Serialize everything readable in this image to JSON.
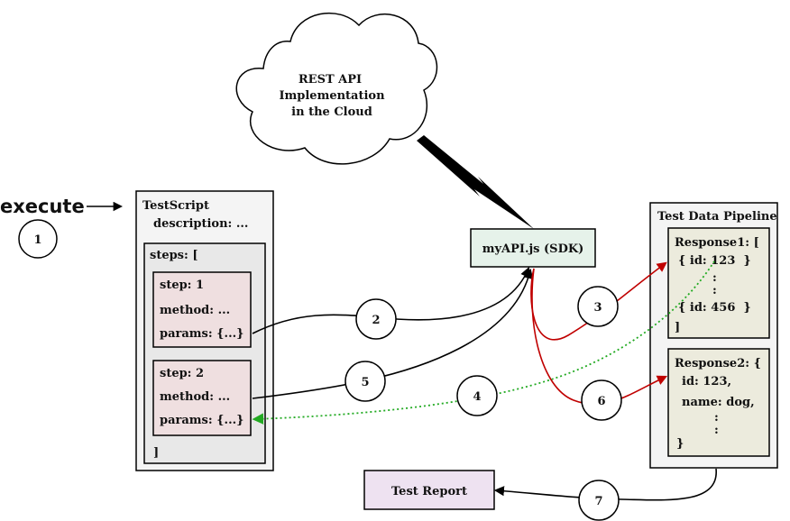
{
  "cloud": {
    "line1": "REST API",
    "line2": "Implementation",
    "line3": "in the Cloud"
  },
  "execute": {
    "label": "execute",
    "step": "1"
  },
  "test_script": {
    "title": "TestScript",
    "description": "description: ...",
    "steps_open": "steps: [",
    "steps_close": "]",
    "step1": {
      "title": "step: 1",
      "method": "method: ...",
      "params": "params: {...}"
    },
    "step2": {
      "title": "step: 2",
      "method": "method: ...",
      "params": "params: {...}"
    }
  },
  "sdk": {
    "label": "myAPI.js (SDK)"
  },
  "pipeline": {
    "title": "Test Data Pipeline",
    "response1": {
      "line1": "Response1: [",
      "line2": "{ id: 123  }",
      "dot1": ":",
      "dot2": ":",
      "line3": "{ id: 456  }",
      "line4": "]"
    },
    "response2": {
      "line1": "Response2: {",
      "line2": "id: 123,",
      "line3": "name: dog,",
      "dot1": ":",
      "dot2": ":",
      "line4": "}"
    }
  },
  "report": {
    "label": "Test Report"
  },
  "badges": {
    "b2": "2",
    "b3": "3",
    "b4": "4",
    "b5": "5",
    "b6": "6",
    "b7": "7"
  },
  "colors": {
    "script_fill": "#f4f4f4",
    "step_fill": "#efdfe0",
    "sdk_fill": "#e6f2ea",
    "response_fill": "#ecebdd",
    "report_fill": "#eee2f1",
    "red_arrow": "#c00000",
    "green_dotted": "#22aa22",
    "black": "#000000"
  }
}
